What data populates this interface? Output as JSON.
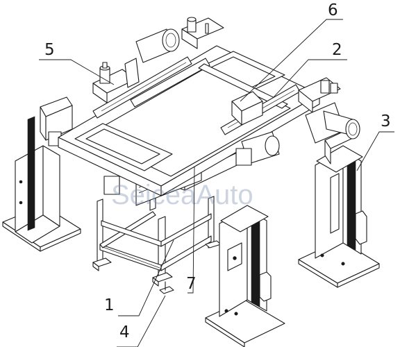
{
  "watermark": "SeiceaAuto",
  "callouts": [
    {
      "id": "1",
      "label": "1"
    },
    {
      "id": "2",
      "label": "2"
    },
    {
      "id": "3",
      "label": "3"
    },
    {
      "id": "4",
      "label": "4"
    },
    {
      "id": "5",
      "label": "5"
    },
    {
      "id": "6",
      "label": "6"
    },
    {
      "id": "7",
      "label": "7"
    }
  ]
}
